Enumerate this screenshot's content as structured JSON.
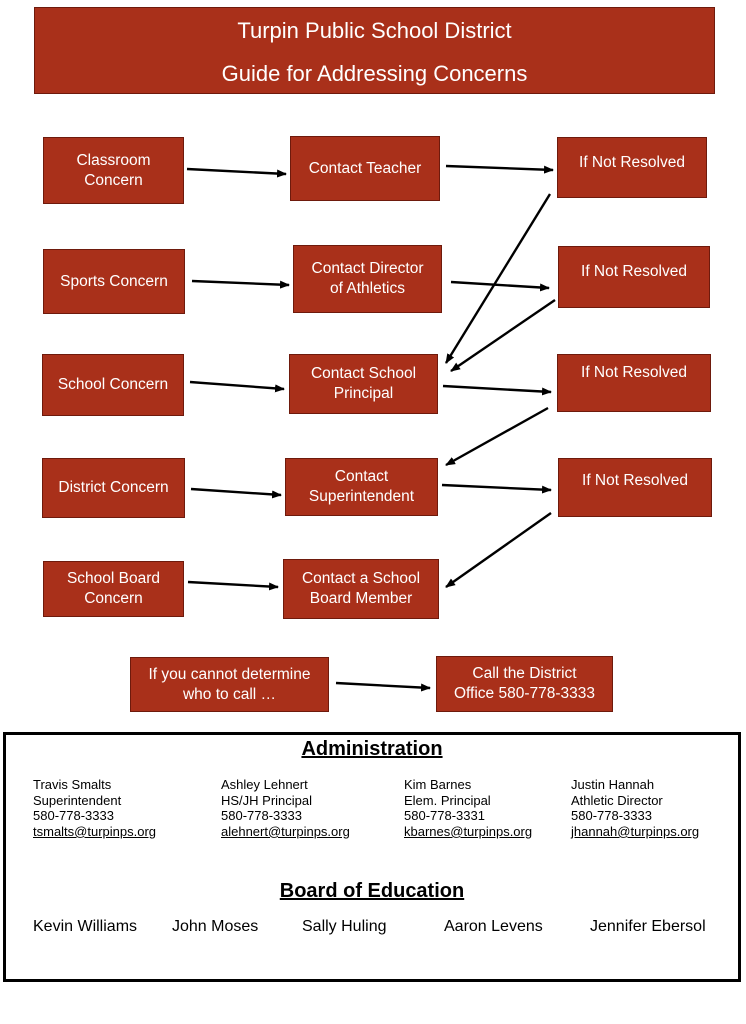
{
  "header": {
    "line1": "Turpin Public School District",
    "line2": "Guide for Addressing Concerns"
  },
  "flow": {
    "concerns": [
      "Classroom\nConcern",
      "Sports Concern",
      "School Concern",
      "District Concern",
      "School Board\nConcern"
    ],
    "contacts": [
      "Contact Teacher",
      "Contact Director\nof Athletics",
      "Contact School\nPrincipal",
      "Contact\nSuperintendent",
      "Contact a School\nBoard Member"
    ],
    "if_not_resolved": [
      "If Not Resolved",
      "If Not Resolved",
      "If Not Resolved",
      "If Not Resolved"
    ],
    "fallback_question": "If you cannot determine\nwho to call …",
    "fallback_action": "Call the District\nOffice 580-778-3333"
  },
  "administration": {
    "heading": "Administration",
    "people": [
      {
        "name": "Travis Smalts",
        "title": "Superintendent",
        "phone": "580-778-3333",
        "email": "tsmalts@turpinps.org"
      },
      {
        "name": "Ashley Lehnert",
        "title": "HS/JH Principal",
        "phone": "580-778-3333",
        "email": "alehnert@turpinps.org"
      },
      {
        "name": "Kim Barnes",
        "title": "Elem. Principal",
        "phone": "580-778-3331",
        "email": "kbarnes@turpinps.org"
      },
      {
        "name": "Justin Hannah",
        "title": "Athletic Director",
        "phone": "580-778-3333",
        "email": "jhannah@turpinps.org"
      }
    ]
  },
  "board": {
    "heading": "Board of Education",
    "members": [
      "Kevin Williams",
      "John Moses",
      "Sally Huling",
      "Aaron Levens",
      "Jennifer Ebersol"
    ]
  },
  "colors": {
    "box_fill": "#a9301a",
    "box_text": "#ffffff",
    "arrow": "#000000"
  }
}
